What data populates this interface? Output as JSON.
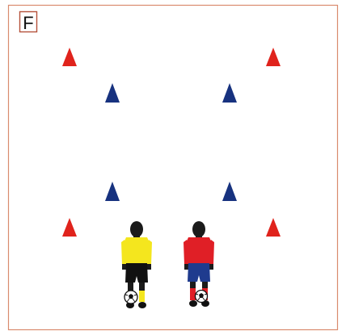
{
  "diagram": {
    "label": "F",
    "colors": {
      "border": "#d98a6e",
      "red_cone": "#e0231c",
      "blue_cone": "#17327f",
      "yellow_shirt": "#f4e61e",
      "red_shirt": "#e01f26",
      "black_shorts": "#111111",
      "blue_shorts": "#1f3b8e",
      "skin_hair": "#1b1b1b"
    },
    "cones": {
      "red": [
        "red-cone-top-left",
        "red-cone-top-right",
        "red-cone-bottom-left",
        "red-cone-bottom-right"
      ],
      "blue": [
        "blue-cone-top-left",
        "blue-cone-top-right",
        "blue-cone-bottom-left",
        "blue-cone-bottom-right"
      ]
    },
    "players": [
      {
        "kit": "yellow",
        "shorts": "black",
        "with_ball": true
      },
      {
        "kit": "red",
        "shorts": "blue",
        "with_ball": true
      }
    ]
  }
}
